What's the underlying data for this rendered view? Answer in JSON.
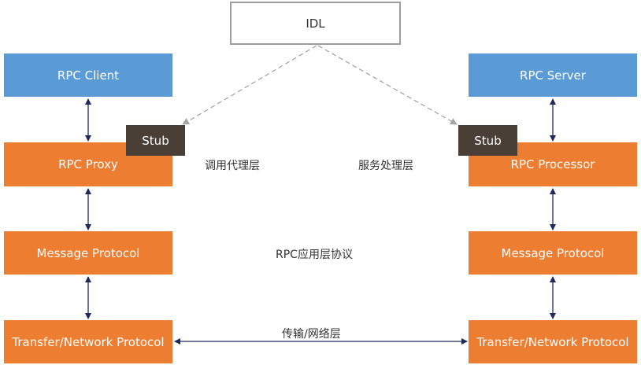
{
  "idl": "IDL",
  "left": {
    "client": "RPC Client",
    "proxy": "RPC Proxy",
    "message": "Message Protocol",
    "transfer": "Transfer/Network Protocol",
    "stub": "Stub"
  },
  "right": {
    "server": "RPC Server",
    "processor": "RPC Processor",
    "message": "Message Protocol",
    "transfer": "Transfer/Network Protocol",
    "stub": "Stub"
  },
  "labels": {
    "proxy_layer": "调用代理层",
    "service_layer": "服务处理层",
    "app_protocol": "RPC应用层协议",
    "transport": "传输/网络层"
  },
  "colors": {
    "blue": "#5b9bd5",
    "orange": "#ed7d31",
    "stub": "#4a3f37",
    "arrow": "#1f2a5a",
    "dashed": "#a6a6a6"
  }
}
